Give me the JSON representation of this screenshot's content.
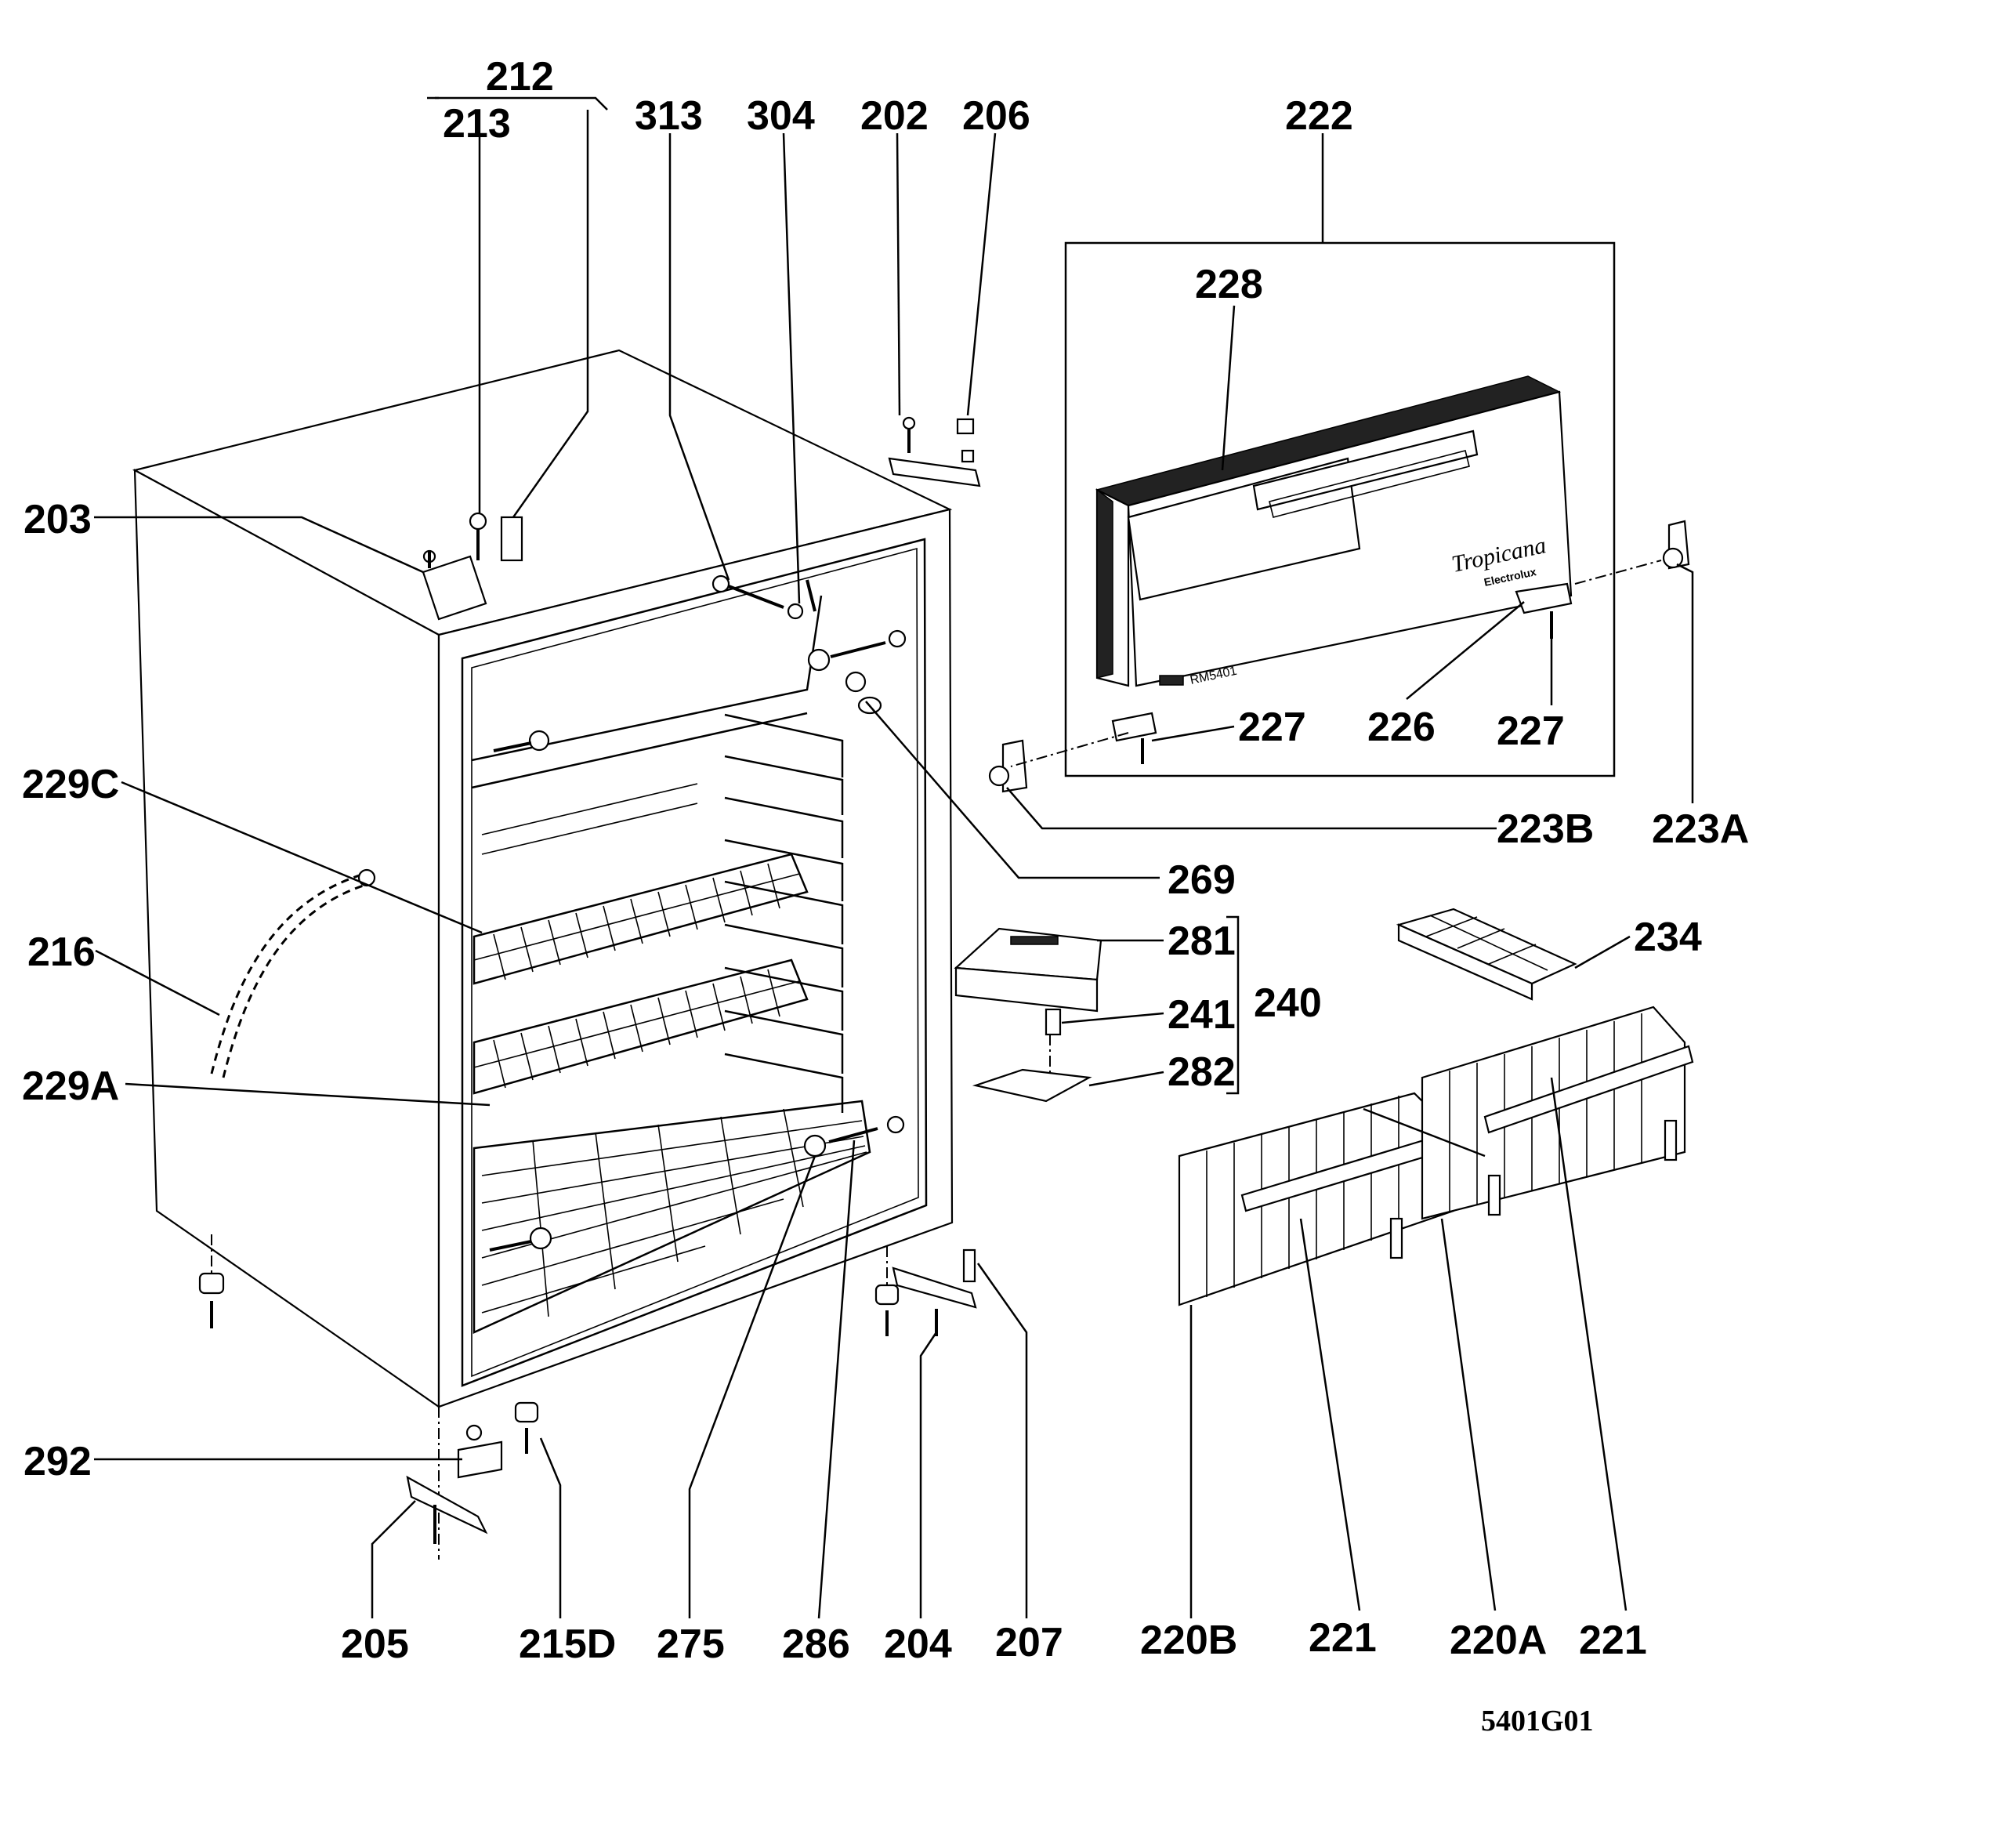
{
  "drawing_code": "5401G01",
  "product": {
    "brand_script": "Tropicana",
    "brand": "Electrolux",
    "model": "RM5401"
  },
  "callouts": {
    "c212": "212",
    "c213": "213",
    "c313": "313",
    "c304": "304",
    "c202": "202",
    "c206": "206",
    "c222": "222",
    "c228": "228",
    "c203": "203",
    "c229C": "229C",
    "c216": "216",
    "c229A": "229A",
    "c292": "292",
    "c227a": "227",
    "c226": "226",
    "c227b": "227",
    "c223B": "223B",
    "c223A": "223A",
    "c269": "269",
    "c281": "281",
    "c241": "241",
    "c240": "240",
    "c282": "282",
    "c234": "234",
    "c205": "205",
    "c215D": "215D",
    "c275": "275",
    "c286": "286",
    "c204": "204",
    "c207": "207",
    "c220B": "220B",
    "c221a": "221",
    "c220A": "220A",
    "c221b": "221"
  }
}
